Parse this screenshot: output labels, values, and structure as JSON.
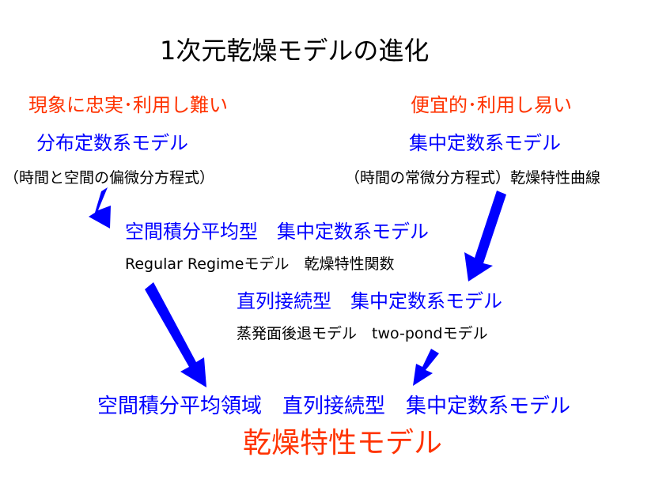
{
  "title": "1次元乾燥モデルの進化",
  "left": {
    "heading": "現象に忠実･利用し難い",
    "model": "分布定数系モデル",
    "subtitle": "（時間と空間の偏微分方程式）"
  },
  "right": {
    "heading": "便宜的･利用し易い",
    "model": "集中定数系モデル",
    "subtitle": "（時間の常微分方程式）乾燥特性曲線"
  },
  "spatial_model": {
    "title": "空間積分平均型　集中定数系モデル",
    "subtitle": "Regular Regimeモデル　乾燥特性関数"
  },
  "series_model": {
    "title": "直列接続型　集中定数系モデル",
    "subtitle": "蒸発面後退モデル　two-pondモデル"
  },
  "final": {
    "title": "空間積分平均領域　直列接続型　集中定数系モデル",
    "label": "乾燥特性モデル"
  },
  "colors": {
    "red": "#ff3300",
    "blue": "#0000ff",
    "arrow": "#0000ff"
  }
}
